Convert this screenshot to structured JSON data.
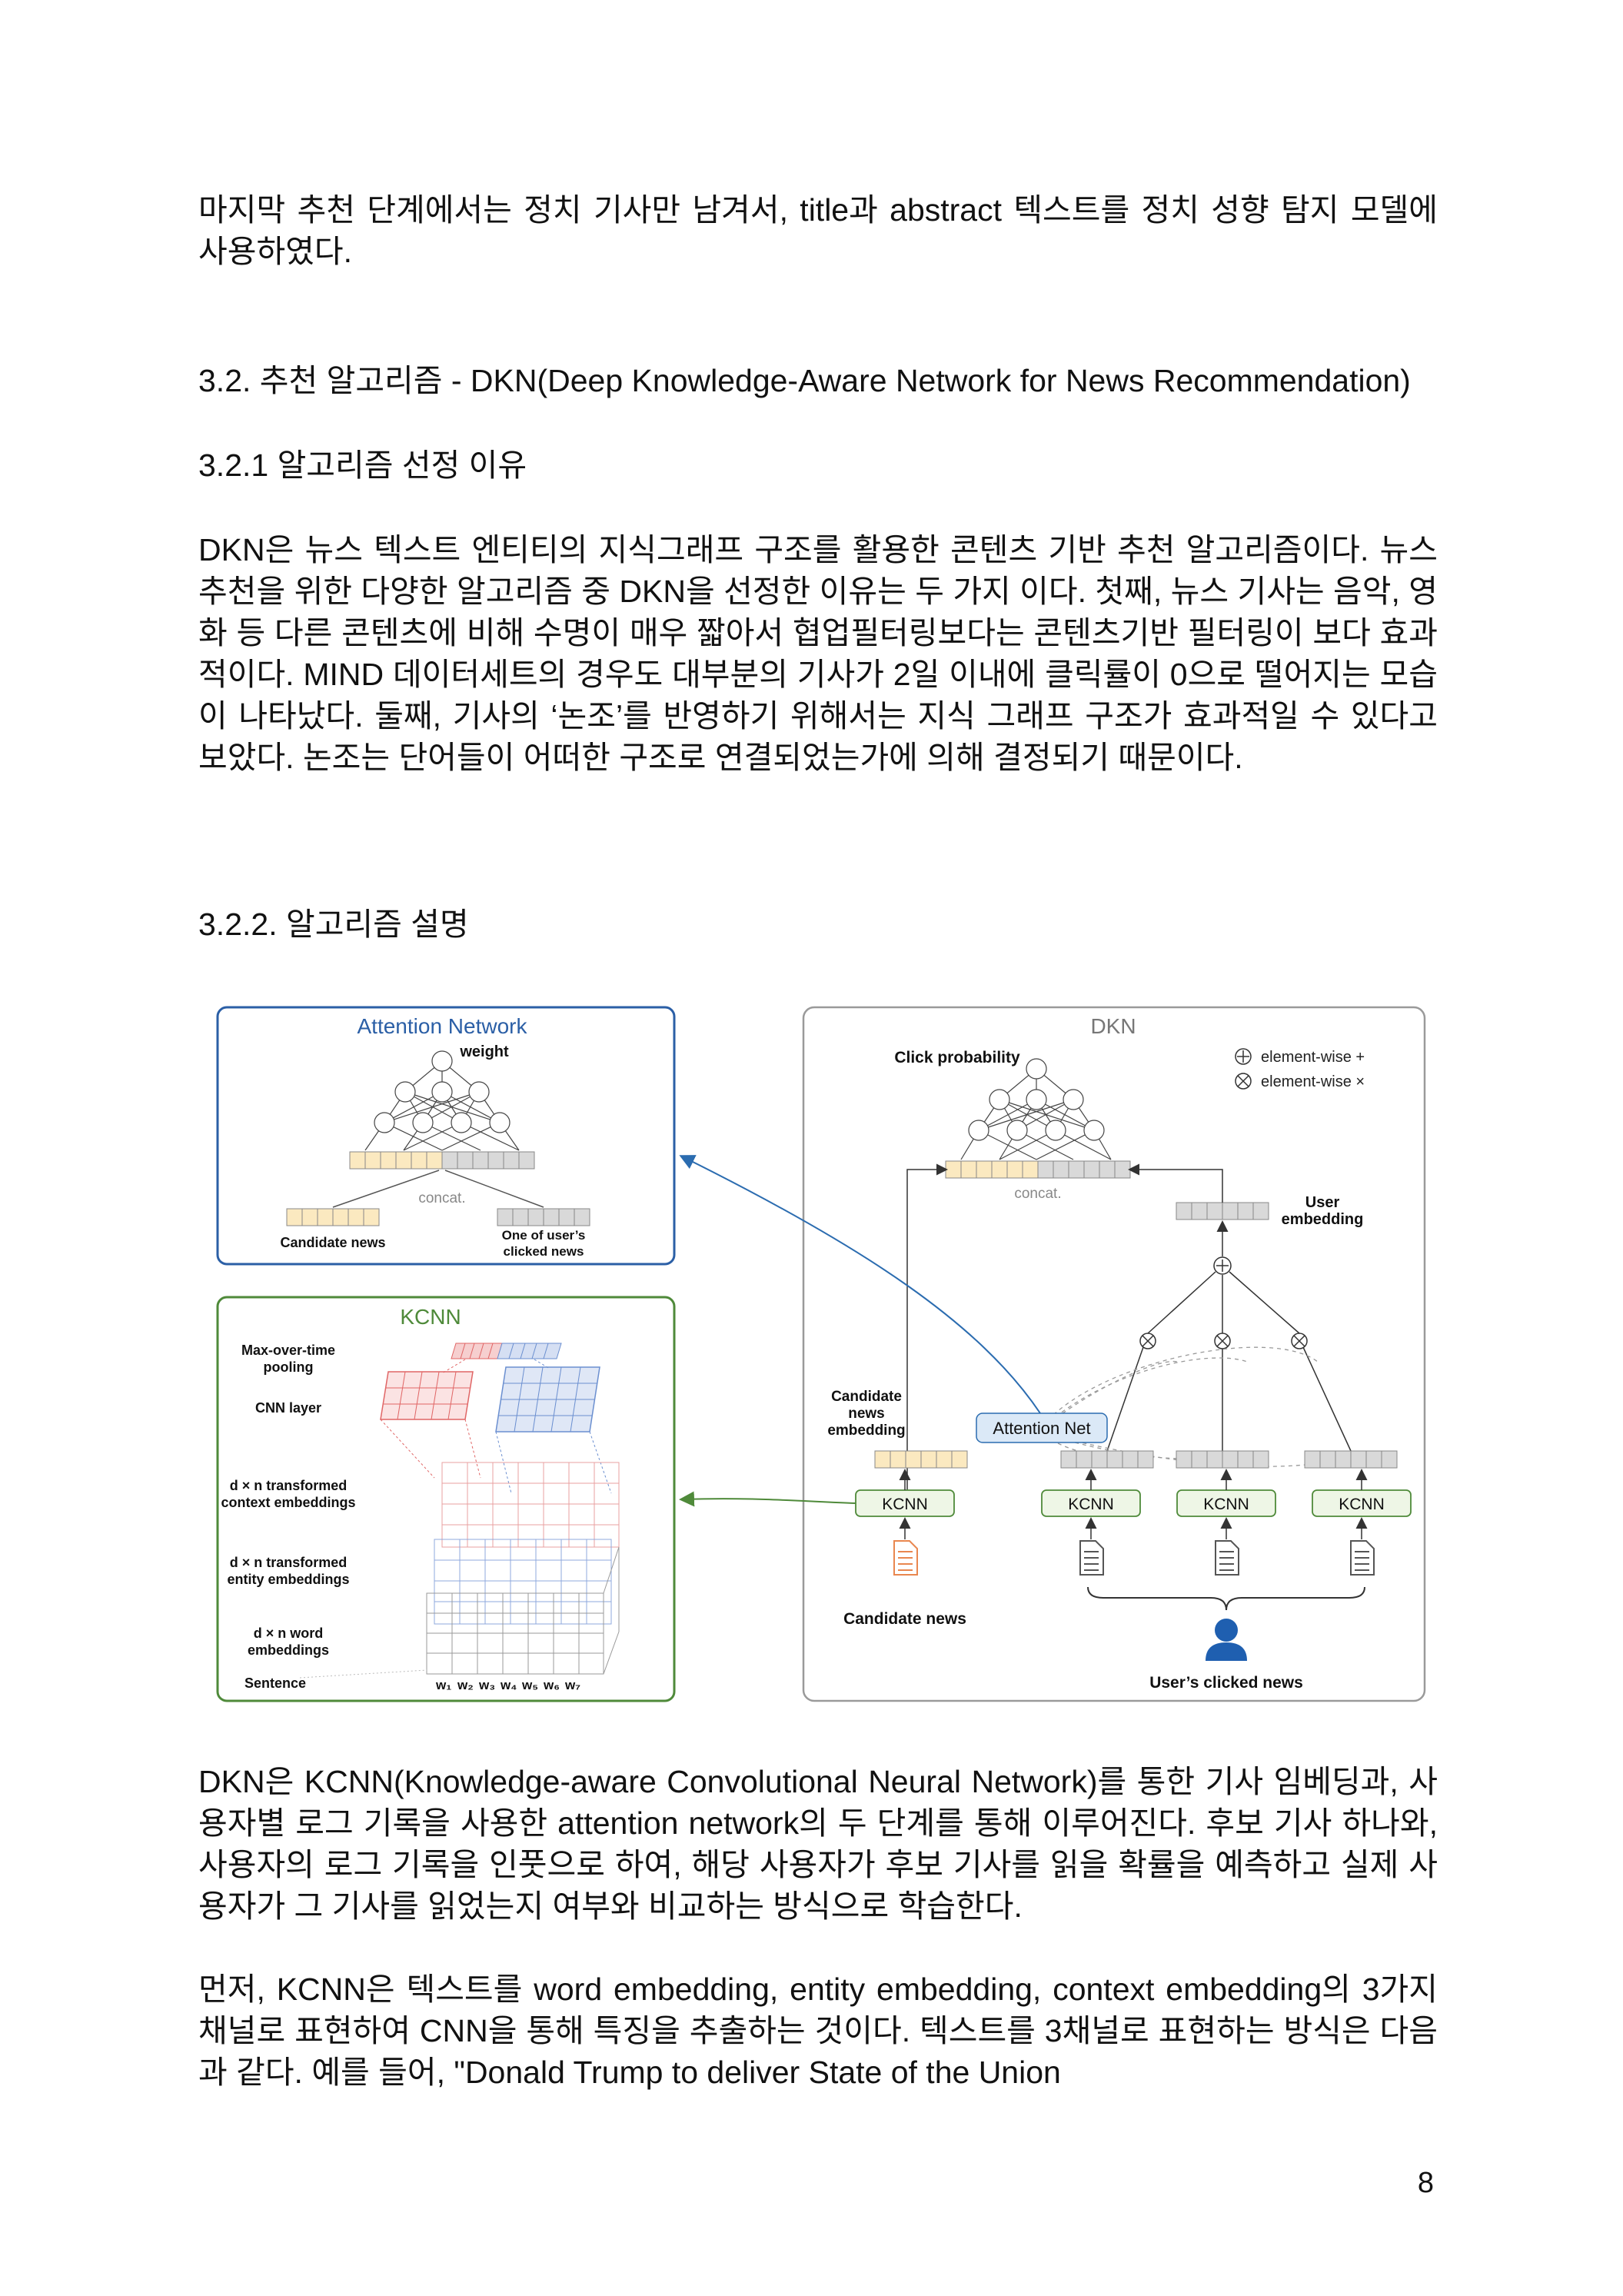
{
  "paragraphs": {
    "intro": "마지막 추천 단계에서는 정치 기사만 남겨서, title과 abstract 텍스트를 정치 성향 탐지 모델에 사용하였다.",
    "reason_body": "DKN은 뉴스 텍스트 엔티티의 지식그래프 구조를 활용한 콘텐츠 기반 추천 알고리즘이다. 뉴스 추천을 위한 다양한 알고리즘 중 DKN을 선정한 이유는 두 가지 이다. 첫째, 뉴스 기사는 음악, 영화 등 다른 콘텐츠에 비해 수명이 매우 짧아서 협업필터링보다는 콘텐츠기반 필터링이 보다 효과적이다. MIND 데이터세트의 경우도 대부분의 기사가 2일 이내에 클릭률이 0으로 떨어지는 모습이 나타났다. 둘째, 기사의 ‘논조’를 반영하기 위해서는 지식 그래프 구조가 효과적일 수 있다고 보았다. 논조는 단어들이 어떠한 구조로 연결되었는가에 의해 결정되기 때문이다.",
    "dkn_body": "DKN은 KCNN(Knowledge-aware Convolutional Neural Network)를 통한 기사 임베딩과, 사용자별 로그 기록을 사용한 attention network의 두 단계를 통해 이루어진다. 후보 기사 하나와, 사용자의 로그 기록을 인풋으로 하여, 해당 사용자가 후보 기사를 읽을 확률을 예측하고 실제 사용자가 그 기사를 읽었는지 여부와 비교하는 방식으로 학습한다.",
    "kcnn_body": "먼저, KCNN은 텍스트를 word embedding, entity embedding, context embedding의 3가지 채널로 표현하여 CNN을 통해 특징을 추출하는 것이다. 텍스트를 3채널로 표현하는 방식은 다음과 같다. 예를 들어, \"Donald Trump to deliver State of the Union"
  },
  "headings": {
    "section": "3.2. 추천 알고리즘 - DKN(Deep Knowledge-Aware Network for News Recommendation)",
    "reason": "3.2.1 알고리즘 선정 이유",
    "description": "3.2.2. 알고리즘 설명"
  },
  "figure": {
    "attention_title": "Attention Network",
    "weight": "weight",
    "concat": "concat.",
    "candidate_news": "Candidate news",
    "one_of_users": "One of user’s",
    "clicked_news": "clicked news",
    "kcnn_title": "KCNN",
    "max_over_time": "Max-over-time",
    "pooling": "pooling",
    "cnn_layer": "CNN layer",
    "ctx_1": "d × n transformed",
    "ctx_2": "context embeddings",
    "ent_1": "d × n transformed",
    "ent_2": "entity embeddings",
    "word_1": "d × n word",
    "word_2": "embeddings",
    "sentence": "Sentence",
    "words": [
      "w₁",
      "w₂",
      "w₃",
      "w₄",
      "w₅",
      "w₆",
      "w₇"
    ],
    "dkn_title": "DKN",
    "click_prob": "Click probability",
    "legend_plus": "element-wise +",
    "legend_times": "element-wise ×",
    "user_1": "User",
    "user_2": "embedding",
    "cand_emb_1": "Candidate",
    "cand_emb_2": "news",
    "cand_emb_3": "embedding",
    "attention_net": "Attention Net",
    "kcnn_box": "KCNN",
    "candidate_news_bottom": "Candidate news",
    "users_clicked": "User’s clicked news"
  },
  "colors": {
    "attention_border": "#2b5fa6",
    "kcnn_border": "#4f8a3a",
    "kcnn_box_fill": "#eef6e6",
    "cell_yellow": "#fbe9c0",
    "cell_gray": "#d9d9d9",
    "red_grid": "#e06666",
    "blue_grid": "#6b8fd0",
    "doc_orange": "#e9874f",
    "user_blue": "#1f5fb0"
  },
  "page_number": "8"
}
